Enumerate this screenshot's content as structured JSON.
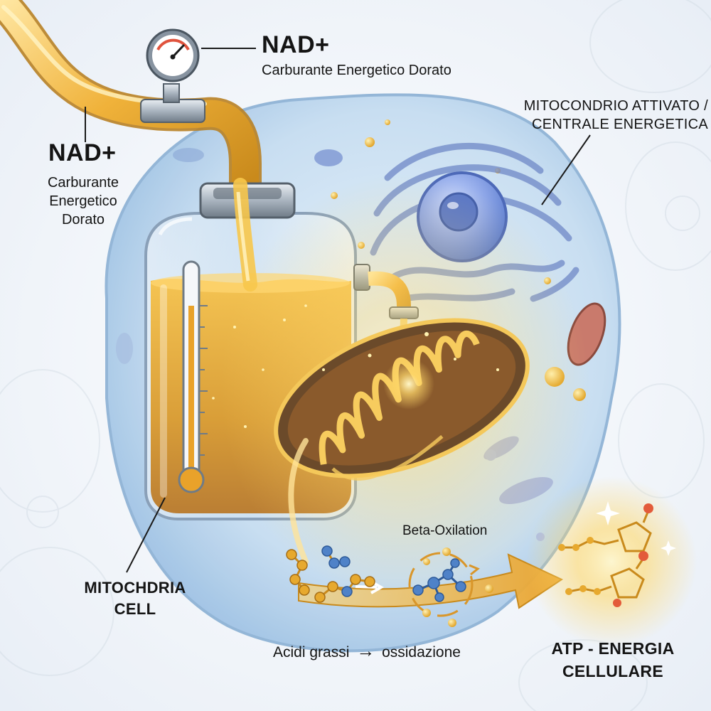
{
  "labels": {
    "nad_top_title": "NAD+",
    "nad_top_sub": "Carburante Energetico Dorato",
    "nad_left_title": "NAD+",
    "nad_left_sub_1": "Carburante",
    "nad_left_sub_2": "Energetico",
    "nad_left_sub_3": "Dorato",
    "mito_activated_1": "MITOCONDRIO ATTIVATO /",
    "mito_activated_2": "CENTRALE ENERGETICA",
    "mitochdria_1": "MITOCHDRIA",
    "mitochdria_2": "CELL",
    "beta_oxidation": "Beta-Oxilation",
    "acidi_grassi": "Acidi grassi",
    "arrow_glyph": "→",
    "ossidazione": "ossidazione",
    "atp_1": "ATP - ENERGIA",
    "atp_2": "CELLULARE"
  },
  "colors": {
    "gold": "#f2b63a",
    "gold_light": "#ffe08a",
    "cell_blue": "#bcd7ef",
    "nucleus_blue": "#5f7fd0",
    "mito_brown": "#8a5a2c",
    "ink": "#141414"
  }
}
